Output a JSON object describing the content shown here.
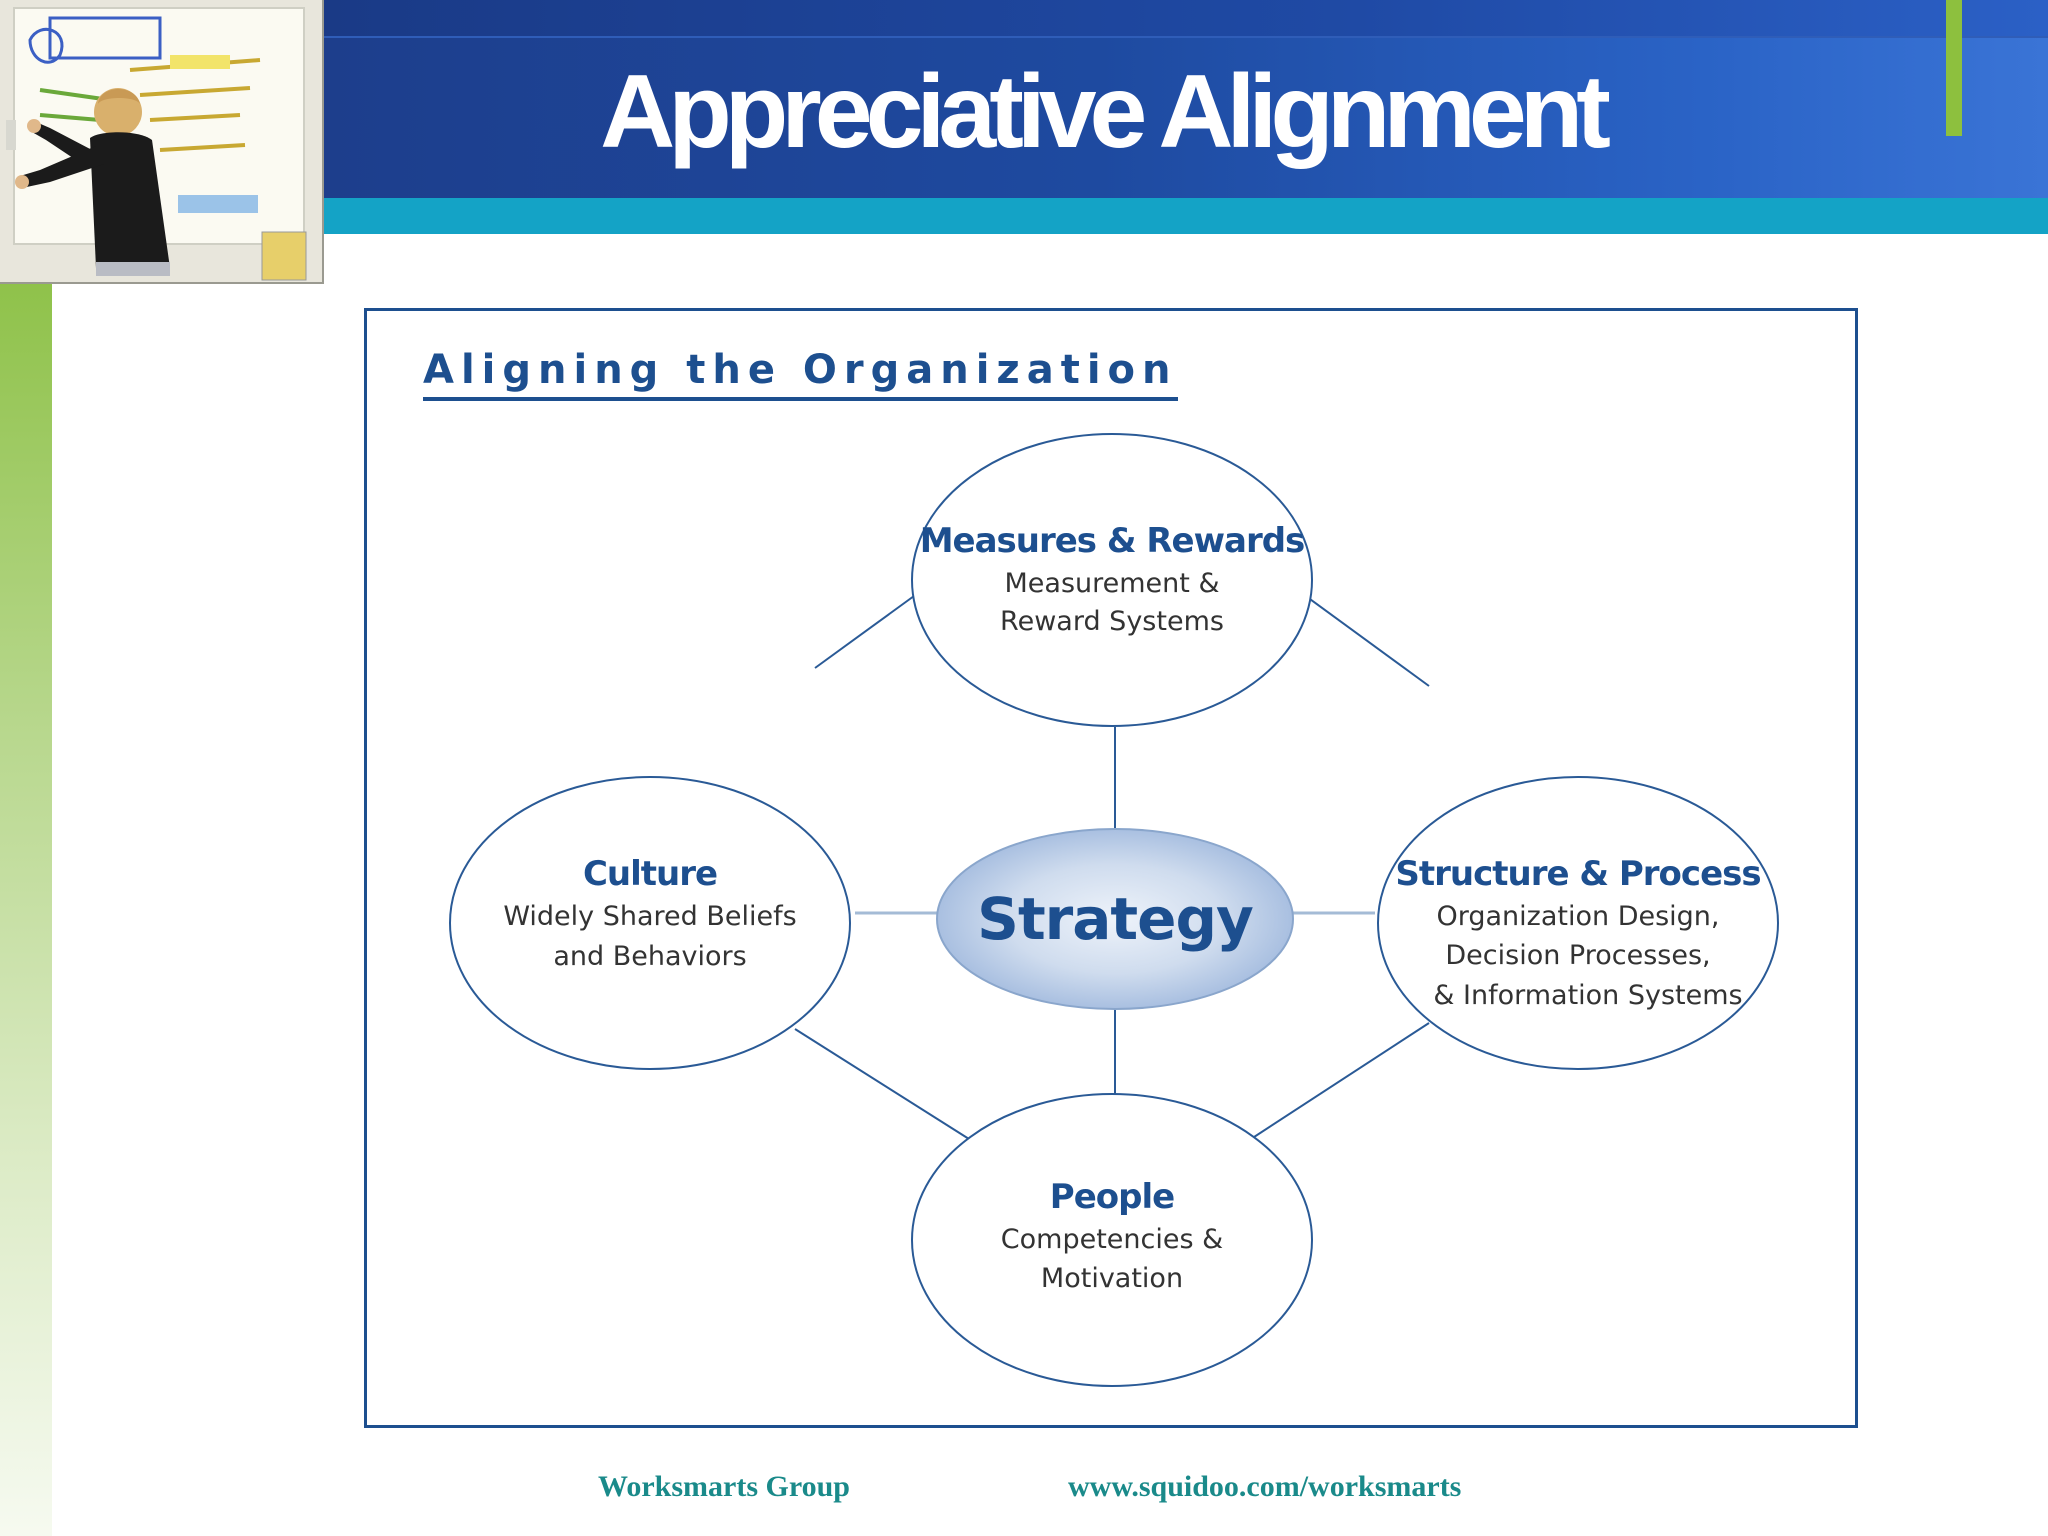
{
  "slide": {
    "title": "Appreciative Alignment"
  },
  "diagram": {
    "heading": "Aligning the Organization",
    "center": {
      "label": "Strategy"
    },
    "nodes": [
      {
        "id": "top",
        "title": "Measures & Rewards",
        "lines": [
          "Measurement &",
          "Reward Systems"
        ]
      },
      {
        "id": "left",
        "title": "Culture",
        "lines": [
          "Widely Shared Beliefs",
          "and Behaviors"
        ]
      },
      {
        "id": "right",
        "title": "Structure & Process",
        "lines": [
          "Organization Design,",
          "Decision Processes,",
          "& Information Systems"
        ]
      },
      {
        "id": "bottom",
        "title": "People",
        "lines": [
          "Competencies &",
          "Motivation"
        ]
      }
    ]
  },
  "footer": {
    "left": "Worksmarts Group",
    "right": "www.squidoo.com/worksmarts"
  },
  "colors": {
    "header_blue": "#1e4aa0",
    "header_stripe": "#14a3c6",
    "accent_green": "#8dc03e",
    "diagram_navy": "#1d4f8f",
    "footer_teal": "#1a8a8a"
  }
}
